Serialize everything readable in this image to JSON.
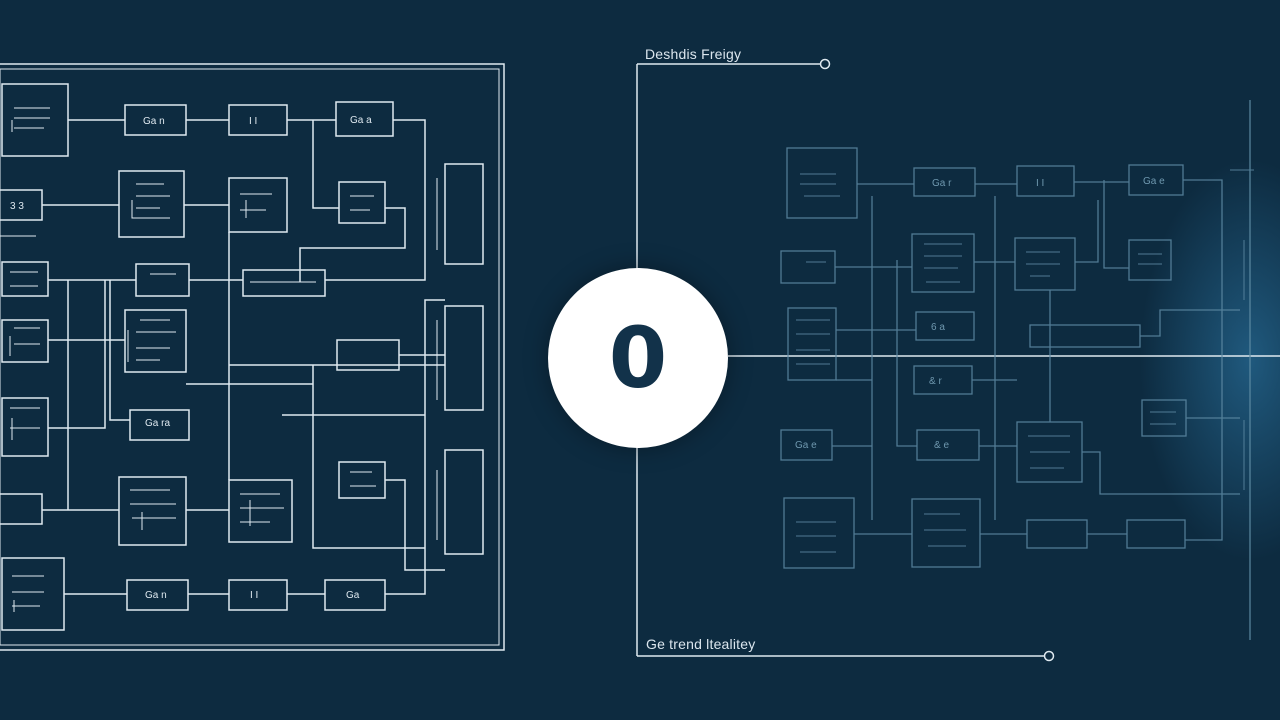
{
  "colors": {
    "background": "#0d2b40",
    "line_primary": "#dfe9f0",
    "line_faded": "#5e8aa3",
    "hub_fill": "#ffffff",
    "hub_text": "#12324a",
    "glow": "#2f7fb0"
  },
  "hub": {
    "label": "0"
  },
  "captions": {
    "top": "Deshdis Freigy",
    "bottom": "Ge trend ltealitey"
  },
  "left_panel": {
    "labels": [
      "Ga n",
      "3 3",
      "I I",
      "Ga a",
      "Ga ra",
      "Ga n",
      "I I",
      "Ga"
    ]
  },
  "right_panel": {
    "labels": [
      "Ga r",
      "I I",
      "Ga e",
      "6 a",
      "& r",
      "Ga e",
      "& e"
    ]
  }
}
